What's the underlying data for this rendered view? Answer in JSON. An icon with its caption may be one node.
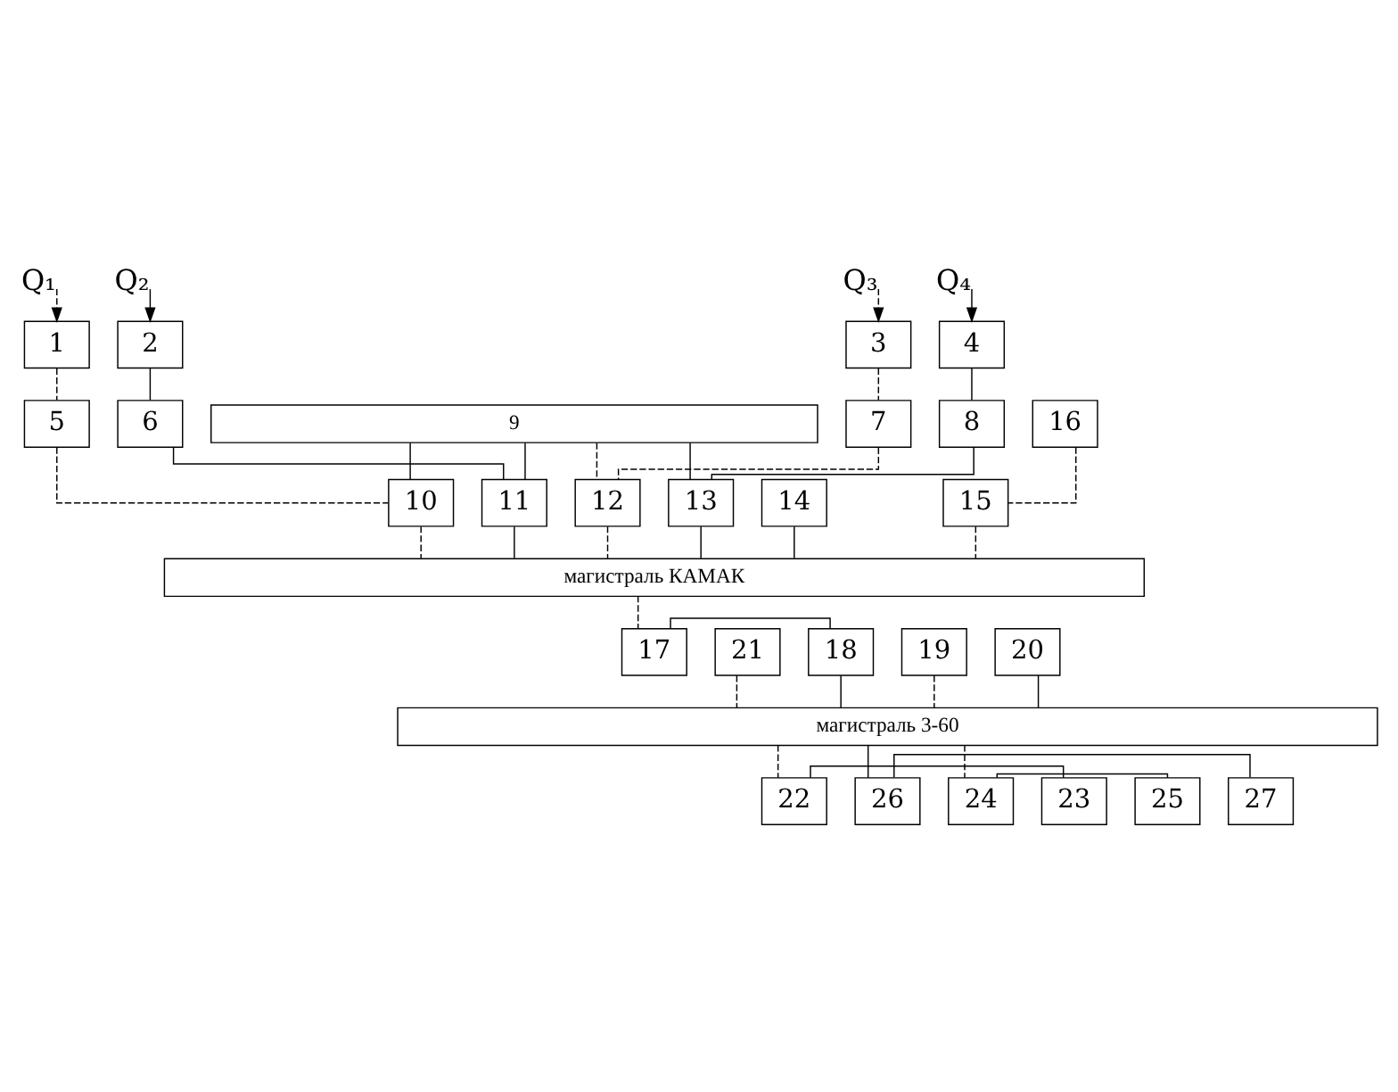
{
  "diagram": {
    "nodes": [
      {
        "text": [
          "1"
        ]
      },
      {
        "text": [
          "2"
        ]
      },
      {
        "text": [
          "3"
        ]
      },
      {
        "text": [
          "4"
        ]
      },
      {
        "text": [
          "5"
        ]
      },
      {
        "text": [
          "6"
        ]
      },
      {
        "text": [
          "7"
        ]
      },
      {
        "text": [
          "8"
        ]
      },
      {
        "text": [
          "9"
        ]
      },
      {
        "text": [
          "10"
        ]
      },
      {
        "text": [
          "11"
        ]
      },
      {
        "text": [
          "12"
        ]
      },
      {
        "text": [
          "13"
        ]
      },
      {
        "text": [
          "14"
        ]
      },
      {
        "text": [
          "15"
        ]
      },
      {
        "text": [
          "16"
        ]
      },
      {
        "text": [
          "магистраль КАМАК"
        ]
      },
      {
        "text": [
          "17"
        ]
      },
      {
        "text": [
          "18"
        ]
      },
      {
        "text": [
          "19"
        ]
      },
      {
        "text": [
          "20"
        ]
      },
      {
        "text": [
          "21"
        ]
      },
      {
        "text": [
          "магистраль 3-60"
        ]
      },
      {
        "text": [
          "22"
        ]
      },
      {
        "text": [
          "23"
        ]
      },
      {
        "text": [
          "24"
        ]
      },
      {
        "text": [
          "25"
        ]
      },
      {
        "text": [
          "26"
        ]
      },
      {
        "text": [
          "27"
        ]
      }
    ],
    "edges": [
      {
        "from": null,
        "to": 0,
        "arrow": "to",
        "label": "Q₁",
        "style": "dashed"
      },
      {
        "from": null,
        "to": 1,
        "arrow": "to",
        "label": "Q₂"
      },
      {
        "from": null,
        "to": 2,
        "arrow": "to",
        "label": "Q₃",
        "style": "dashed"
      },
      {
        "from": null,
        "to": 3,
        "arrow": "to",
        "label": "Q₄"
      },
      {
        "from": 0,
        "to": 4,
        "arrow": "none",
        "style": "dashed"
      },
      {
        "from": 1,
        "to": 5,
        "arrow": "none"
      },
      {
        "from": 2,
        "to": 6,
        "arrow": "none",
        "style": "dashed"
      },
      {
        "from": 3,
        "to": 7,
        "arrow": "none"
      },
      {
        "from": 4,
        "to": 9,
        "arrow": "none",
        "style": "dashed"
      },
      {
        "from": 5,
        "to": 10,
        "arrow": "none"
      },
      {
        "from": 6,
        "to": 11,
        "arrow": "none",
        "style": "dashed"
      },
      {
        "from": 7,
        "to": 12,
        "arrow": "none"
      },
      {
        "from": 8,
        "to": 9,
        "arrow": "none"
      },
      {
        "from": 8,
        "to": 10,
        "arrow": "none"
      },
      {
        "from": 8,
        "to": 11,
        "arrow": "none",
        "style": "dashed"
      },
      {
        "from": 8,
        "to": 12,
        "arrow": "none"
      },
      {
        "from": 15,
        "to": 14,
        "arrow": "none",
        "style": "dashed"
      },
      {
        "from": 14,
        "to": 16,
        "arrow": "none",
        "style": "dashed"
      },
      {
        "from": 13,
        "to": 16,
        "arrow": "none"
      },
      {
        "from": 9,
        "to": 16,
        "arrow": "none",
        "style": "dashed"
      },
      {
        "from": 10,
        "to": 16,
        "arrow": "none"
      },
      {
        "from": 11,
        "to": 16,
        "arrow": "none",
        "style": "dashed"
      },
      {
        "from": 12,
        "to": 16,
        "arrow": "none"
      },
      {
        "from": 16,
        "to": 17,
        "arrow": "none",
        "style": "dashed"
      },
      {
        "from": 17,
        "to": 18,
        "arrow": "none"
      },
      {
        "from": 18,
        "to": 22,
        "arrow": "none"
      },
      {
        "from": 19,
        "to": 22,
        "arrow": "none",
        "style": "dashed"
      },
      {
        "from": 20,
        "to": 22,
        "arrow": "none"
      },
      {
        "from": 21,
        "to": 22,
        "arrow": "none",
        "style": "dashed"
      },
      {
        "from": 22,
        "to": 23,
        "arrow": "none",
        "style": "dashed"
      },
      {
        "from": 22,
        "to": 25,
        "arrow": "none",
        "style": "dashed"
      },
      {
        "from": 22,
        "to": 27,
        "arrow": "none"
      },
      {
        "from": 23,
        "to": 24,
        "arrow": "none"
      },
      {
        "from": 25,
        "to": 26,
        "arrow": "none"
      },
      {
        "from": 27,
        "to": 28,
        "arrow": "none"
      }
    ]
  }
}
